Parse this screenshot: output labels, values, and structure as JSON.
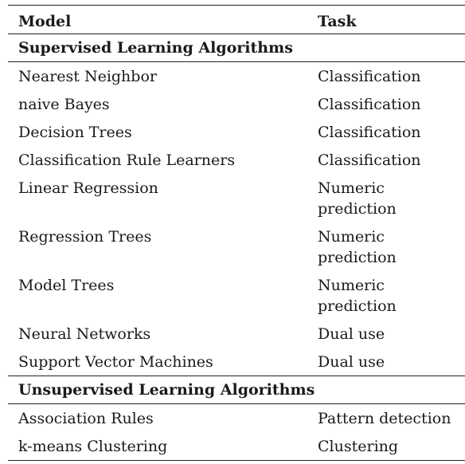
{
  "header": {
    "model_label": "Model",
    "task_label": "Task"
  },
  "sections": [
    {
      "title": "Supervised Learning Algorithms",
      "rows": [
        {
          "model": "Nearest Neighbor",
          "task": "Classification"
        },
        {
          "model": "naive Bayes",
          "task": "Classification"
        },
        {
          "model": "Decision Trees",
          "task": "Classification"
        },
        {
          "model": "Classification Rule Learners",
          "task": "Classification"
        },
        {
          "model": "Linear Regression",
          "task": "Numeric prediction"
        },
        {
          "model": "Regression Trees",
          "task": "Numeric prediction"
        },
        {
          "model": "Model Trees",
          "task": "Numeric prediction"
        },
        {
          "model": "Neural Networks",
          "task": "Dual use"
        },
        {
          "model": "Support Vector Machines",
          "task": "Dual use"
        }
      ]
    },
    {
      "title": "Unsupervised Learning Algorithms",
      "rows": [
        {
          "model": "Association Rules",
          "task": "Pattern detection"
        },
        {
          "model": "k-means Clustering",
          "task": "Clustering"
        }
      ]
    }
  ]
}
